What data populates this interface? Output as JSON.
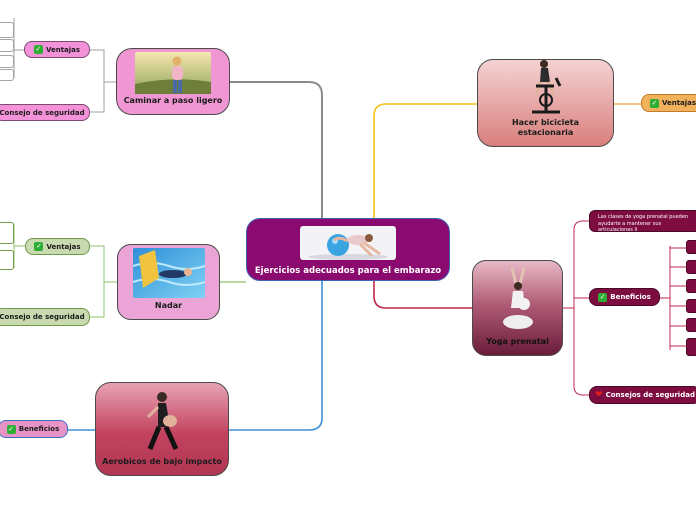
{
  "central_topic": {
    "label": "Ejercicios adecuados para el embarazo",
    "image": "pregnant-woman-on-exercise-ball"
  },
  "branches": [
    {
      "label": "Caminar a paso ligero",
      "image": "woman-walking-outdoors",
      "color": "#8c8c8c",
      "children": [
        {
          "label": "Ventajas",
          "icon": "check-icon"
        },
        {
          "label": "Consejo de seguridad"
        }
      ]
    },
    {
      "label": "Nadar",
      "image": "swimmer-in-pool",
      "color": "#7fb55a",
      "children": [
        {
          "label": "Ventajas",
          "icon": "check-icon"
        },
        {
          "label": "Consejo de seguridad"
        }
      ]
    },
    {
      "label": "Aerobicos de bajo impacto",
      "image": "pregnant-woman-exercising",
      "color": "#3f8fd6",
      "children": [
        {
          "label": "Beneficios",
          "icon": "check-icon"
        }
      ]
    },
    {
      "label": "Hacer bicicleta estacionaria",
      "image": "woman-on-stationary-bike",
      "color": "#f2c21a",
      "children": [
        {
          "label": "Ventajas",
          "icon": "check-icon"
        }
      ]
    },
    {
      "label": "Yoga prenatal",
      "image": "pregnant-woman-yoga-pose",
      "color": "#c0274f",
      "children": [
        {
          "label": "Las clases de yoga prenatal pueden ayudarte a mantener sus articulaciones li"
        },
        {
          "label": "Beneficios",
          "icon": "check-icon"
        },
        {
          "label": "Consejos de seguridad",
          "icon": "heart-icon"
        }
      ]
    }
  ],
  "colors": {
    "central_fill": "#8a0a70",
    "central_border": "#3e63b5",
    "walk_fill": "#f097d3",
    "swim_fill": "#eaa4d6",
    "yoga_child_fill": "#7d0c40",
    "bike_child_fill": "#f2b25c",
    "swim_child_fill": "#c9d9b0"
  }
}
